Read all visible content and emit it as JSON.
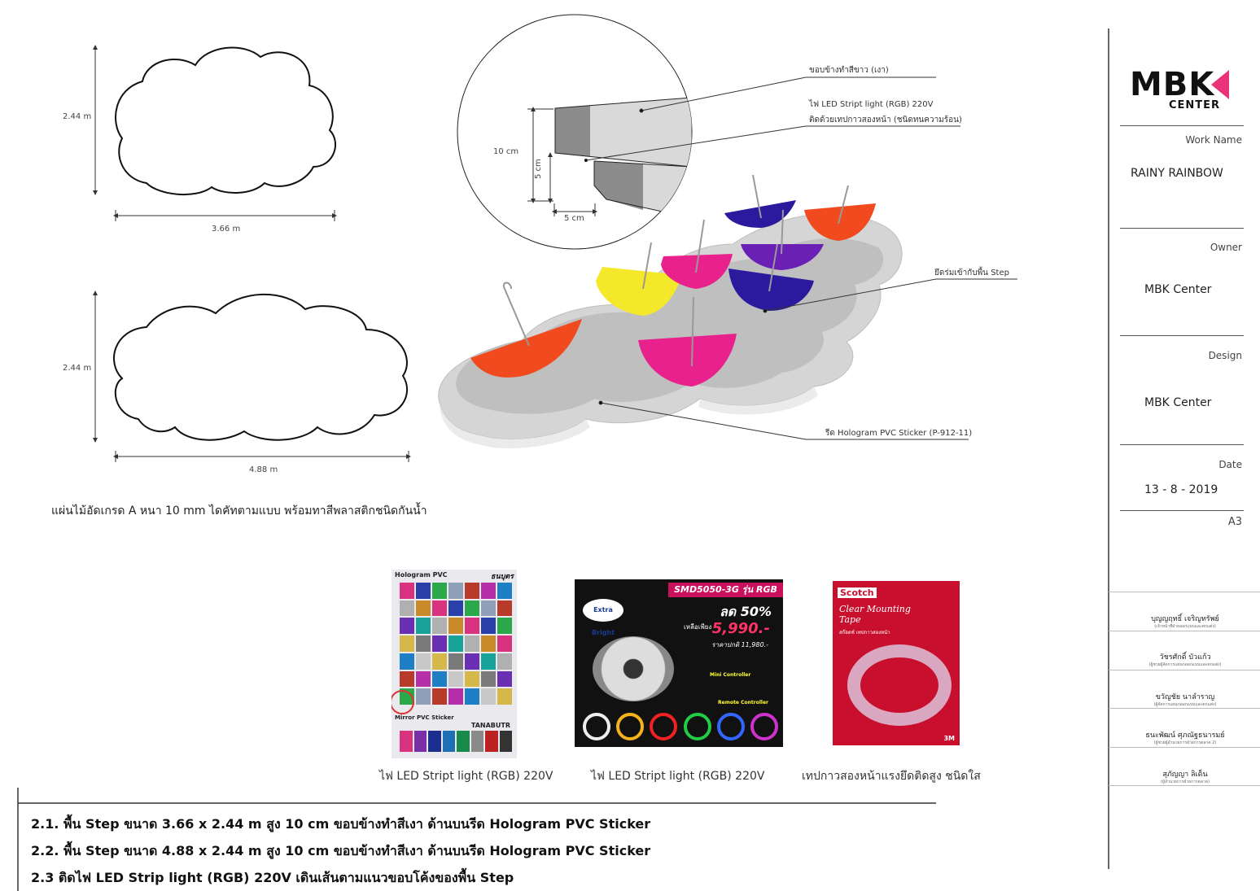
{
  "drawing": {
    "cloud1": {
      "height_label": "2.44 m",
      "width_label": "3.66 m"
    },
    "cloud2": {
      "height_label": "2.44 m",
      "width_label": "4.88 m"
    },
    "detail": {
      "height_total": "10 cm",
      "height_step": "5 cm",
      "depth": "5 cm"
    },
    "callouts": {
      "edge": "ขอบข้างทำสีขาว (เงา)",
      "led": "ไฟ LED Stript light (RGB) 220V",
      "tape": "ติดด้วยเทปกาวสองหน้า (ชนิดทนความร้อน)",
      "umbrella": "ยึดร่มเข้ากับพื้น Step",
      "hologram": "รีด Hologram PVC Sticker (P-912-11)"
    },
    "material_note": "แผ่นไม้อัดเกรด A หนา 10 mm ไดคัทตามแบบ พร้อมทาสีพลาสติกชนิดกันน้ำ"
  },
  "products": [
    {
      "caption": "ไฟ LED Stript light (RGB) 220V",
      "title": "Hologram PVC",
      "brand": "ธนบุตร",
      "subtitle": "Mirror PVC Sticker",
      "subbrand": "TANABUTR"
    },
    {
      "caption": "ไฟ LED Stript light (RGB) 220V",
      "title": "SMD5050-3G รุ่น RGB",
      "badge": "Extra Bright",
      "discount": "ลด 50%",
      "price_prefix": "เหลือเพียง",
      "price": "5,990.-",
      "regular": "ราคาปกติ 11,980.-",
      "mini": "Mini Controller",
      "remote": "Remote Controller"
    },
    {
      "caption": "เทปกาวสองหน้าแรงยึดติดสูง ชนิดใส",
      "brand": "Scotch",
      "title": "Clear Mounting Tape",
      "subtitle": "สก๊อตช์ เทปกาวสองหน้า",
      "maker": "3M"
    }
  ],
  "notes": [
    "2.1. พื้น Step ขนาด 3.66 x 2.44 m สูง 10 cm ขอบข้างทำสีเงา ด้านบนรีด Hologram PVC Sticker",
    "2.2. พื้น Step ขนาด 4.88 x 2.44 m สูง 10 cm ขอบข้างทำสีเงา ด้านบนรีด Hologram PVC Sticker",
    "2.3 ติดไฟ LED Strip light (RGB) 220V เดินเส้นตามแนวขอบโค้งของพื้น Step"
  ],
  "title_block": {
    "logo_main": "MBK",
    "logo_sub": "CENTER",
    "work_name_label": "Work Name",
    "work_name": "RAINY RAINBOW",
    "owner_label": "Owner",
    "owner": "MBK Center",
    "design_label": "Design",
    "design": "MBK Center",
    "date_label": "Date",
    "date": "13 - 8 - 2019",
    "sheet_size": "A3"
  },
  "signatures": [
    {
      "name": "บุญญฤทธิ์ เจริญทรัพย์",
      "role": "(เจ้าหน้าที่ฝ่ายออกแบบและตกแต่ง)"
    },
    {
      "name": "วัชรศักดิ์ บัวแก้ว",
      "role": "(ผู้ช่วยผู้จัดการแผนกออกแบบและตกแต่ง)"
    },
    {
      "name": "ขวัญชัย นาลำราญ",
      "role": "(ผู้จัดการแผนกออกแบบและตกแต่ง)"
    },
    {
      "name": "ธนะพัฒน์ ศุภณัฐธนารมย์",
      "role": "(ผู้ช่วยผู้อำนวยการฝ่ายการตลาด 2)"
    },
    {
      "name": "สุภัญญา ลิเด็น",
      "role": "(ผู้อำนวยการฝ่ายการตลาด)"
    }
  ],
  "colors": {
    "logo_accent": "#e8327a",
    "logo_accent2": "#f28c28",
    "logo_accent3": "#7a3fb0"
  }
}
